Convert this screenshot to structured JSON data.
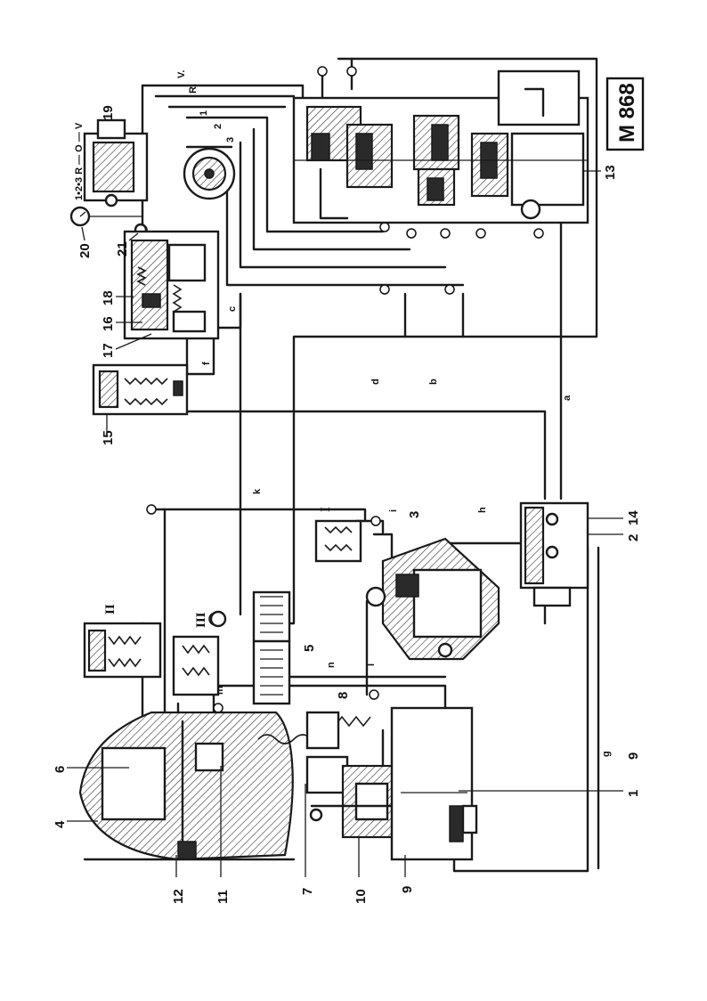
{
  "drawing_code": "M 868",
  "callouts": {
    "c1": "1",
    "c2": "2",
    "c3": "3",
    "c4": "4",
    "c5": "5",
    "c6": "6",
    "c7": "7",
    "c8": "8",
    "c9": "9",
    "c10": "10",
    "c11": "11",
    "c12": "12",
    "c13": "13",
    "c14": "14",
    "c15": "15",
    "c16": "16",
    "c17": "17",
    "c18": "18",
    "c19": "19",
    "c20": "20",
    "c21": "21"
  },
  "roman": {
    "r1": "I",
    "r2": "II",
    "r3": "III"
  },
  "lines": {
    "a": "a",
    "b": "b",
    "c": "c",
    "d": "d",
    "f": "f",
    "g": "g",
    "h": "h",
    "i": "i",
    "k": "k",
    "m": "m",
    "n": "n",
    "l": "l",
    "v": "V.",
    "r": "R."
  },
  "valve_positions": "1•2•3  R — O — V"
}
